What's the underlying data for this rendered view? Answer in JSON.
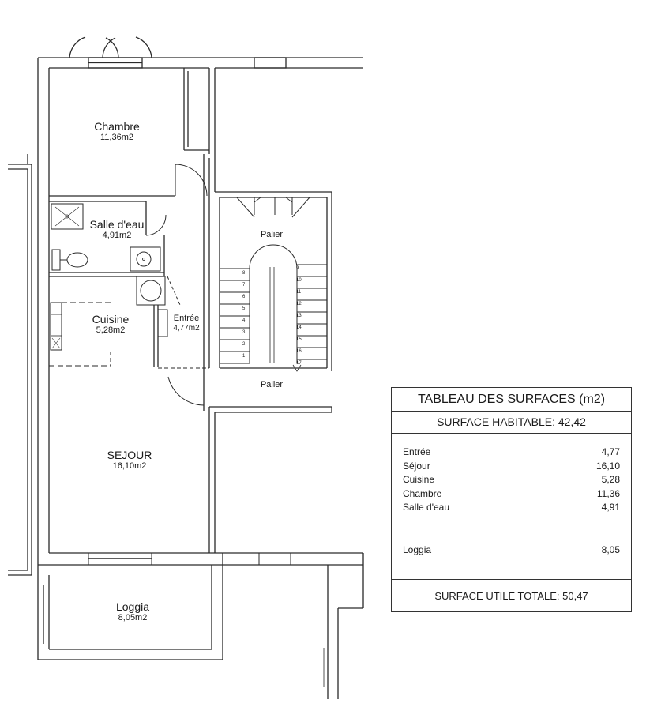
{
  "rooms": {
    "chambre": {
      "name": "Chambre",
      "area": "11,36m2"
    },
    "salle_eau": {
      "name": "Salle d'eau",
      "area": "4,91m2"
    },
    "cuisine": {
      "name": "Cuisine",
      "area": "5,28m2"
    },
    "entree": {
      "name": "Entrée",
      "area": "4,77m2"
    },
    "sejour": {
      "name": "SEJOUR",
      "area": "16,10m2"
    },
    "loggia": {
      "name": "Loggia",
      "area": "8,05m2"
    }
  },
  "landings": {
    "upper": "Palier",
    "lower": "Palier"
  },
  "stairs": {
    "left_steps": [
      "8",
      "7",
      "6",
      "5",
      "4",
      "3",
      "2",
      "1"
    ],
    "right_steps": [
      "9",
      "10",
      "11",
      "12",
      "13",
      "14",
      "15",
      "16",
      "17"
    ]
  },
  "surface_table": {
    "title": "TABLEAU DES SURFACES (m2)",
    "habitable": "SURFACE HABITABLE: 42,42",
    "rows": [
      {
        "label": "Entrée",
        "value": "4,77"
      },
      {
        "label": "Séjour",
        "value": "16,10"
      },
      {
        "label": "Cuisine",
        "value": "5,28"
      },
      {
        "label": "Chambre",
        "value": "11,36"
      },
      {
        "label": "Salle d'eau",
        "value": "4,91"
      }
    ],
    "extra_rows": [
      {
        "label": "Loggia",
        "value": "8,05"
      }
    ],
    "total": "SURFACE UTILE TOTALE: 50,47"
  }
}
